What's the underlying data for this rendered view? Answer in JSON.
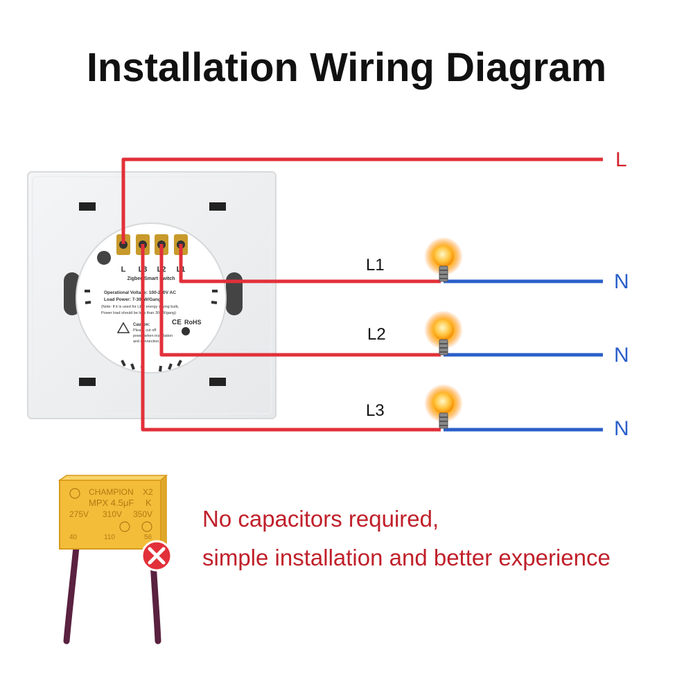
{
  "title": "Installation Wiring Diagram",
  "colors": {
    "live_wire": "#e2303a",
    "neutral_wire": "#2a5fc9",
    "label_red": "#d0242e",
    "label_blue": "#2a5fc9",
    "note_red": "#c0202a",
    "bulb": "#ffb01f"
  },
  "lines": {
    "live": "L",
    "neutral": "N",
    "outputs": [
      "L1",
      "L2",
      "L3"
    ]
  },
  "switch": {
    "terminals": [
      "L",
      "L3",
      "L2",
      "L1"
    ],
    "label_brand": "Zigbee Smart Switch",
    "spec_voltage": "Operational Voltage: 100-240V AC",
    "spec_load": "Load Power: 7-300W/Gang",
    "spec_note1": "(Note: If it is used for LED energy saving bulb,",
    "spec_note2": "Power load should be less than 300W/gang)",
    "mark_ce": "CE",
    "mark_rohs": "RoHS",
    "caution_title": "Caution:",
    "caution_1": "Please cut off",
    "caution_2": "power when installation",
    "caution_3": "and connection."
  },
  "capacitor": {
    "brand": "CHAMPION",
    "class": "X2",
    "model": "MPX 4.5μF",
    "tolerance": "K",
    "v1": "275V",
    "v2": "310V",
    "v3": "350V",
    "code1": "40",
    "code2": "110",
    "code3": "56"
  },
  "notes": {
    "line1": "No capacitors required,",
    "line2": "simple installation and better experience"
  }
}
